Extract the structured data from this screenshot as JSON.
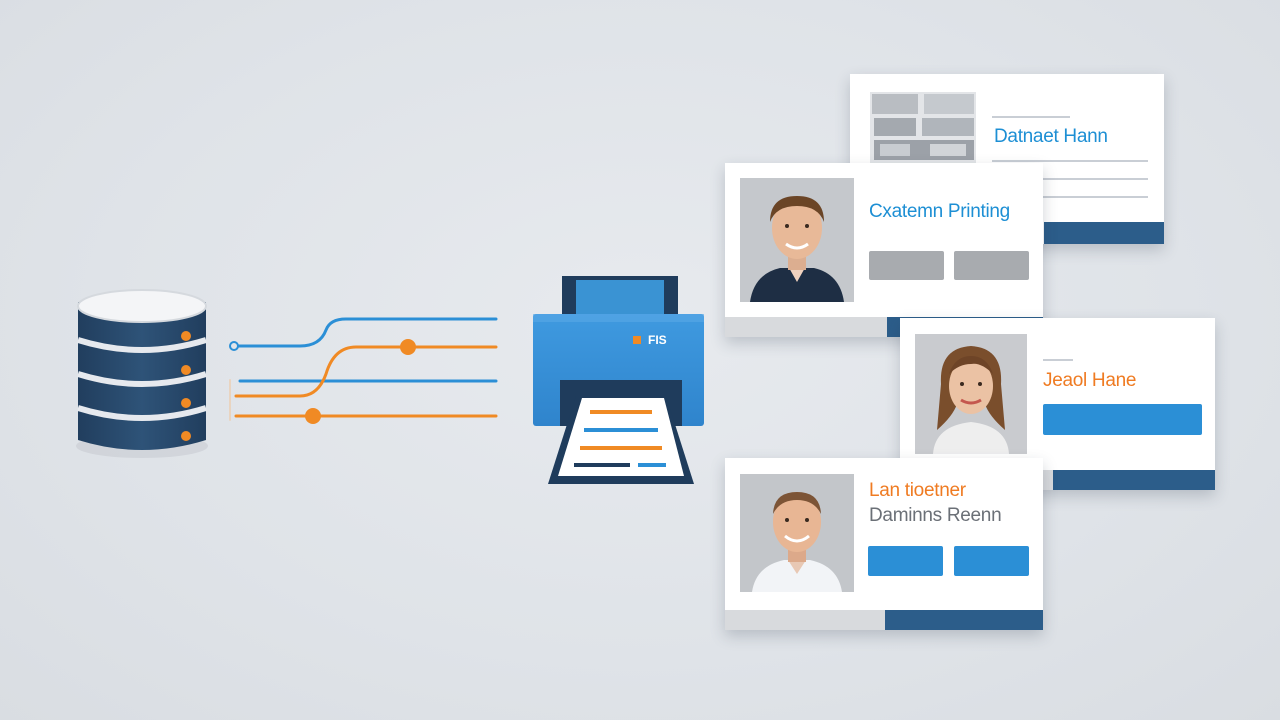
{
  "colors": {
    "blue": "#2b8fd6",
    "orange": "#f08a24",
    "navy": "#27496d",
    "grey_button": "#a8abaf",
    "card_bar": "#2c5d8a"
  },
  "cards": {
    "top": {
      "name": "Datnaet Hann",
      "name_color": "#1d8fd4"
    },
    "first": {
      "name": "Cxatemn Printing",
      "name_color": "#1d8fd4",
      "photo": "man-portrait-photo"
    },
    "second": {
      "name": "Jeaol Hane",
      "name_color": "#ef7b22",
      "photo": "woman-portrait-photo"
    },
    "third": {
      "name": "Lan tioetner",
      "name_color": "#ef7b22",
      "subtitle": "Daminns Reenn",
      "photo": "man-portrait-photo"
    }
  },
  "printer": {
    "label": "FIS"
  }
}
